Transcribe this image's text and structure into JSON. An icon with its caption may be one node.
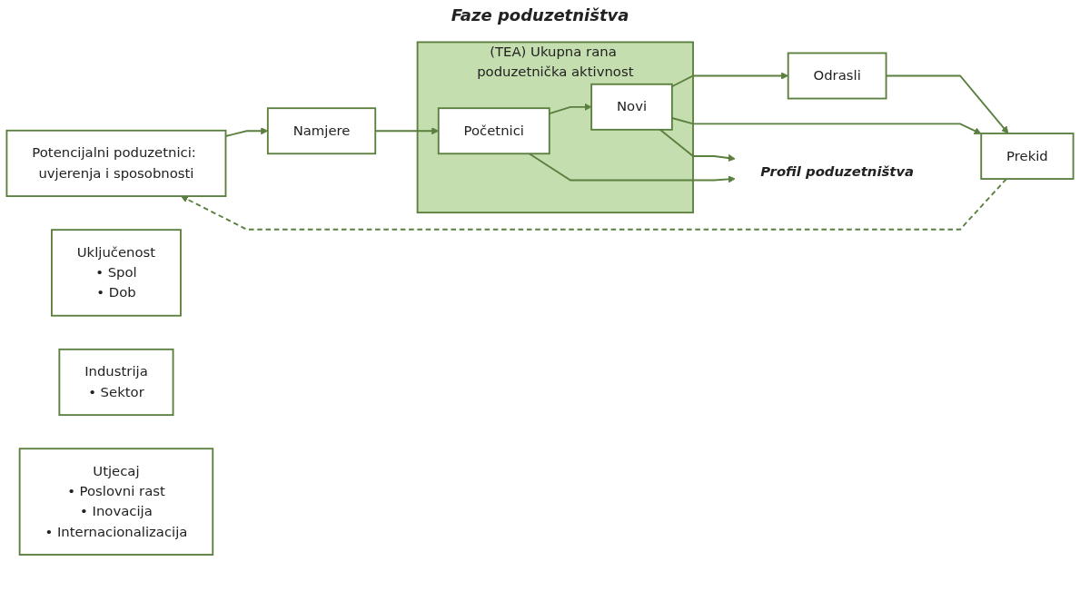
{
  "diagram": {
    "nodes": [
      {
        "text": [
          "Potencijalni poduzetnici: uvjerenja i sposobnosti"
        ]
      },
      {
        "text": [
          "Namjere"
        ]
      },
      {
        "text": [
          "(TEA) Ukupna rana poduzetnička aktivnost"
        ]
      },
      {
        "text": [
          "Početnici"
        ],
        "in": 2
      },
      {
        "text": [
          "Novi"
        ],
        "in": 2
      },
      {
        "text": [
          "Odrasli"
        ]
      },
      {
        "text": [
          "Prekid"
        ]
      },
      {
        "text": [
          "Profil poduzetništva"
        ]
      },
      {
        "text": [
          "Uključenost",
          "• Spol",
          "• Dob"
        ]
      },
      {
        "text": [
          "Industrija",
          "• Sektor"
        ]
      },
      {
        "text": [
          "Utjecaj",
          "• Poslovni rast",
          "• Inovacija",
          "• Internacionalizacija"
        ]
      }
    ],
    "edges": [
      {
        "from": 0,
        "to": 1,
        "arrow": "to"
      },
      {
        "from": 1,
        "to": 3,
        "arrow": "to"
      },
      {
        "from": 3,
        "to": 4,
        "arrow": "to"
      },
      {
        "from": 4,
        "to": 5,
        "arrow": "to"
      },
      {
        "from": 4,
        "to": 6,
        "arrow": "to"
      },
      {
        "from": 5,
        "to": 6,
        "arrow": "to"
      },
      {
        "from": 6,
        "to": 0,
        "arrow": "to",
        "style": "dashed"
      },
      {
        "from": 3,
        "to": 7,
        "arrow": "to"
      },
      {
        "from": 4,
        "to": 7,
        "arrow": "to"
      }
    ],
    "labels": [
      "Faze poduzetništva"
    ]
  }
}
